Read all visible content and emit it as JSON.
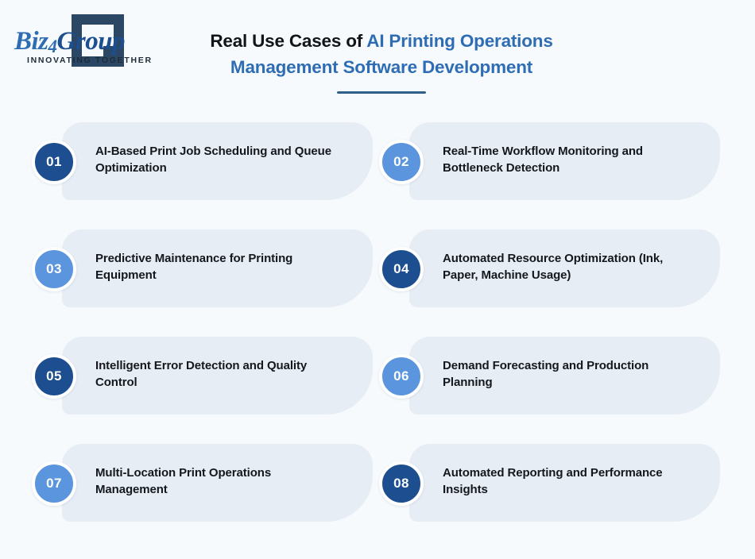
{
  "brand": {
    "name_part1": "Biz",
    "name_part2": "4",
    "name_part3": "Group",
    "tagline": "INNOVATING TOGETHER",
    "mark": "square-bracket-logo-mark"
  },
  "header": {
    "title_plain": "Real Use Cases of ",
    "title_accent": "AI Printing Operations Management Software Development",
    "accent_color": "#2e6db4",
    "rule_color": "#2f5f86"
  },
  "colors": {
    "page_background": "#f7fafc",
    "card_background": "#e7edf5",
    "badge_dark": "#1d4e8f",
    "badge_light": "#5b95dd",
    "text": "#14181d"
  },
  "items": [
    {
      "number": "01",
      "label": "AI-Based Print Job Scheduling and Queue Optimization",
      "badge_style": "dark"
    },
    {
      "number": "02",
      "label": "Real-Time Workflow Monitoring and Bottleneck Detection",
      "badge_style": "light"
    },
    {
      "number": "03",
      "label": "Predictive Maintenance for Printing Equipment",
      "badge_style": "light"
    },
    {
      "number": "04",
      "label": "Automated Resource Optimization (Ink, Paper, Machine Usage)",
      "badge_style": "dark"
    },
    {
      "number": "05",
      "label": "Intelligent Error Detection and Quality Control",
      "badge_style": "dark"
    },
    {
      "number": "06",
      "label": "Demand Forecasting and Production Planning",
      "badge_style": "light"
    },
    {
      "number": "07",
      "label": "Multi-Location Print Operations Management",
      "badge_style": "light"
    },
    {
      "number": "08",
      "label": "Automated Reporting and Performance Insights",
      "badge_style": "dark"
    }
  ]
}
